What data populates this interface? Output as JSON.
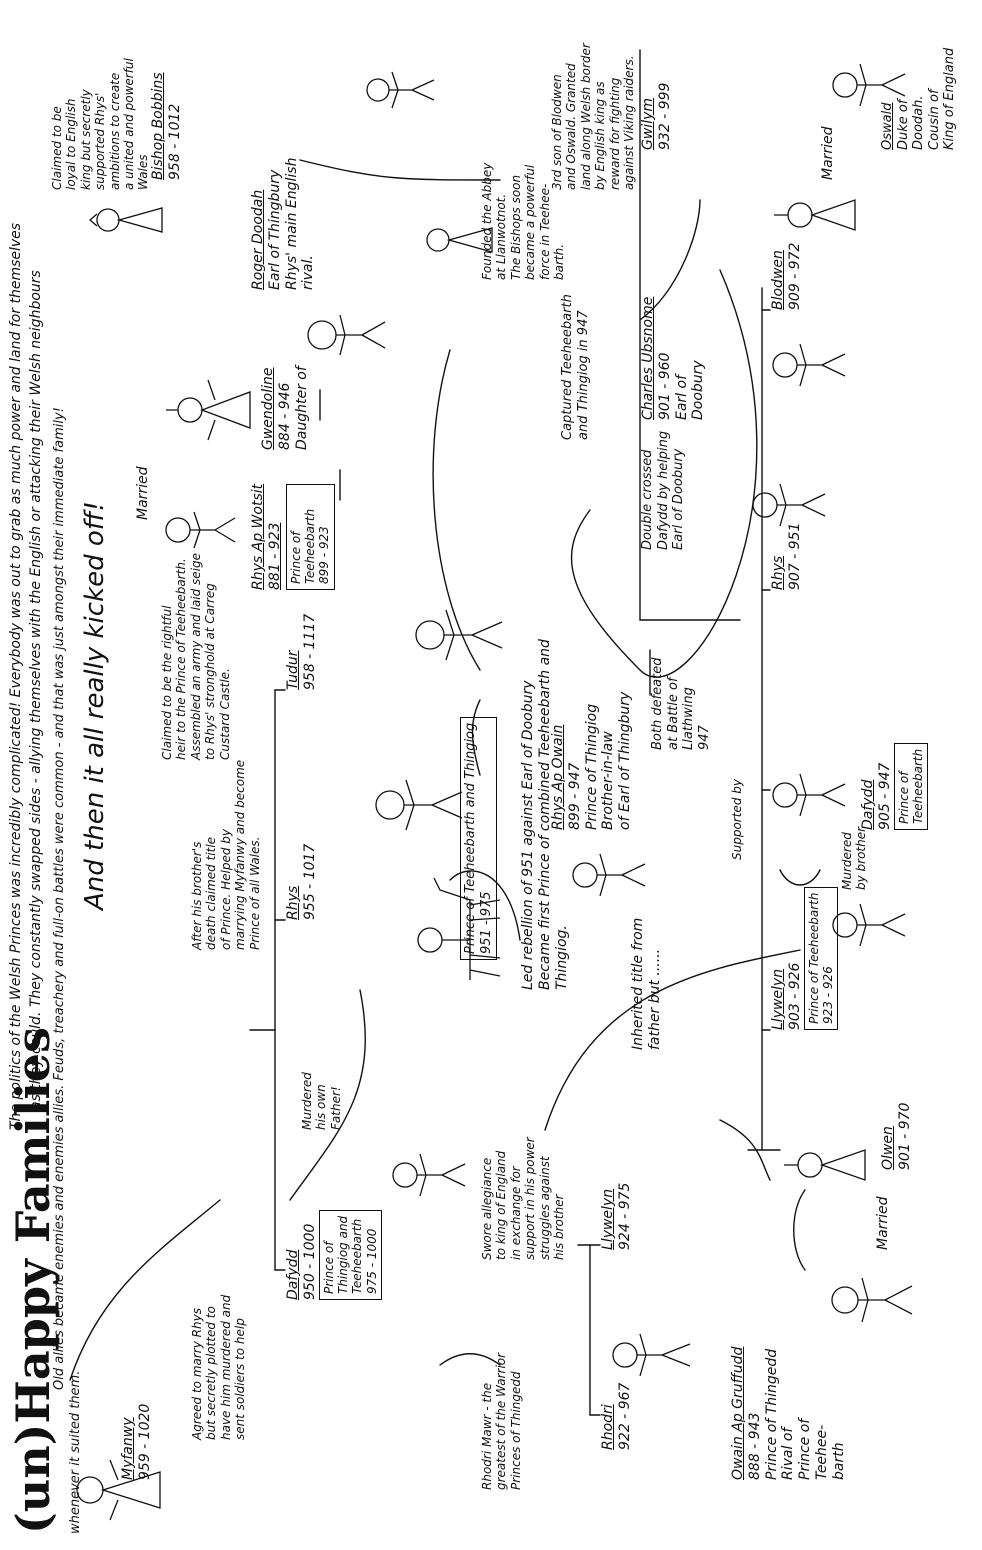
{
  "header": {
    "title": "(un)Happy Families",
    "intro": [
      "The politics of the Welsh Princes was incredibly complicated! Everybody was out to grab as much power and land for themselves",
      "as they could. They constantly swapped sides - allying themselves with the English or attacking their Welsh neighbours",
      "whenever it suited them.",
      "Old allies became enemies and enemies allies. Feuds, treachery and full-on battles were common - and that was just amongst their immediate family!"
    ]
  },
  "gen1": {
    "rhys_ap_wotsit": {
      "name": "Rhys Ap Wotsit",
      "dates": "881 - 923",
      "box": [
        "Prince of",
        "Teeheebarth",
        "899 - 923"
      ]
    },
    "married_label": "Married",
    "gwendoline": {
      "name": "Gwendoline",
      "dates": "884 - 946",
      "note": "Daughter of"
    },
    "roger_doodah": {
      "name": "Roger Doodah",
      "title": "Earl of Thingbury",
      "note": [
        "Rhys' main English",
        "rival."
      ]
    },
    "owain": {
      "name": "Owain Ap Gruffudd",
      "dates": "888 - 943",
      "title": "Prince of Thingedd",
      "note": [
        "Rival of",
        "Prince of",
        "Teehee-",
        "barth"
      ]
    },
    "married_label2": "Married"
  },
  "gen2": {
    "dafydd": {
      "name": "Dafydd",
      "dates": "905 - 947",
      "box": [
        "Prince of",
        "Teeheebarth"
      ]
    },
    "rhys": {
      "name": "Rhys",
      "dates": "907 - 951",
      "note": [
        "Double crossed",
        "Dafydd by helping",
        "Earl of Doobury"
      ]
    },
    "charles": {
      "name": "Charles Ubsnome",
      "dates": "901 - 960",
      "title": [
        "Earl of",
        "Doobury"
      ],
      "note": [
        "Captured Teeheebarth",
        "and Thingiog in 947"
      ]
    },
    "blodwen": {
      "name": "Blodwen",
      "dates": "909 - 972",
      "married_label": "Married"
    },
    "oswald": {
      "name": "Oswald",
      "title": [
        "Duke of",
        "Doodah.",
        "Cousin of",
        "King of England"
      ]
    },
    "gwilym": {
      "name": "Gwilym",
      "dates": "932 - 999",
      "note": [
        "3rd son of Blodwen",
        "and Oswald. Granted",
        "land along Welsh border",
        "by English king as",
        "reward for fighting",
        "against Viking raiders."
      ]
    },
    "llywelyn": {
      "name": "Llywelyn",
      "dates": "903 - 926",
      "box": [
        "Prince of Teeheebarth",
        "923 - 926"
      ],
      "note": [
        "Inherited title from",
        "father but ......"
      ],
      "murdered": [
        "Murdered",
        "by brother"
      ]
    },
    "supported_by": "Supported by",
    "both_defeated": [
      "Both defeated",
      "at Battle of",
      "Llathwing",
      "947"
    ],
    "rhys_ap_owain": {
      "name": "Rhys Ap Owain",
      "dates": "899 - 947",
      "note": [
        "Prince of Thingiog",
        "Brother-in-law",
        "of Earl of Thingbury"
      ]
    },
    "olwen": {
      "name": "Olwen",
      "dates": "901 - 970"
    },
    "bishop": {
      "name": "Bishop Bobbins",
      "dates": "958 - 1012",
      "note": [
        "Claimed to be",
        "loyal to English",
        "king but secretly",
        "supported Rhys'",
        "ambitions to create",
        "a united and powerful",
        "Wales"
      ]
    },
    "abbey": [
      "Founded the Abbey",
      "at Llanwotnot.",
      "The Bishops soon",
      "became a powerful",
      "force in Teehee-",
      "barth."
    ]
  },
  "gen3": {
    "rebellion": [
      "Led rebellion of 951 against Earl of Doobury",
      "Became first Prince of combined Teeheebarth and",
      "Thingiog."
    ],
    "rebellion_box": [
      "Prince of Teeheebarth and Thingiog",
      "951 - 975"
    ],
    "llywelyn2": {
      "name": "Llywelyn",
      "dates": "924 - 975",
      "note": [
        "Swore allegiance",
        "to king of England",
        "in exchange for",
        "support in his power",
        "struggles against",
        "his brother"
      ]
    },
    "rhodri": {
      "name": "Rhodri",
      "dates": "922 - 967",
      "note": [
        "Rhodri Mawr - the",
        "greatest of the Warrior",
        "Princes of Thingedd"
      ]
    },
    "murdered_father": [
      "Murdered",
      "his own",
      "Father!"
    ],
    "dafydd2": {
      "name": "Dafydd",
      "dates": "950 - 1000",
      "box": [
        "Prince of",
        "Thingiog and",
        "Teeheebarth",
        "975 - 1000"
      ]
    },
    "rhys2": {
      "name": "Rhys",
      "dates": "955 - 1017",
      "note": [
        "After his brother's",
        "death claimed title",
        "of Prince. Helped by",
        "marrying Myfanwy and become",
        "Prince of all Wales."
      ]
    },
    "tudur": {
      "name": "Tudur",
      "dates": "958 - 1117",
      "note": [
        "Claimed to be the rightful",
        "heir to the Prince of Teeheebarth.",
        "Assembled an army and laid seige",
        "to Rhys' stronghold at Carreg",
        "Custard Castle."
      ]
    },
    "myfanwy": {
      "name": "Myfanwy",
      "dates": "959 - 1020",
      "note": [
        "Agreed to marry Rhys",
        "but secretly plotted to",
        "have him murdered and",
        "sent soldiers to help"
      ]
    },
    "finale": "And then it all really kicked off!"
  }
}
